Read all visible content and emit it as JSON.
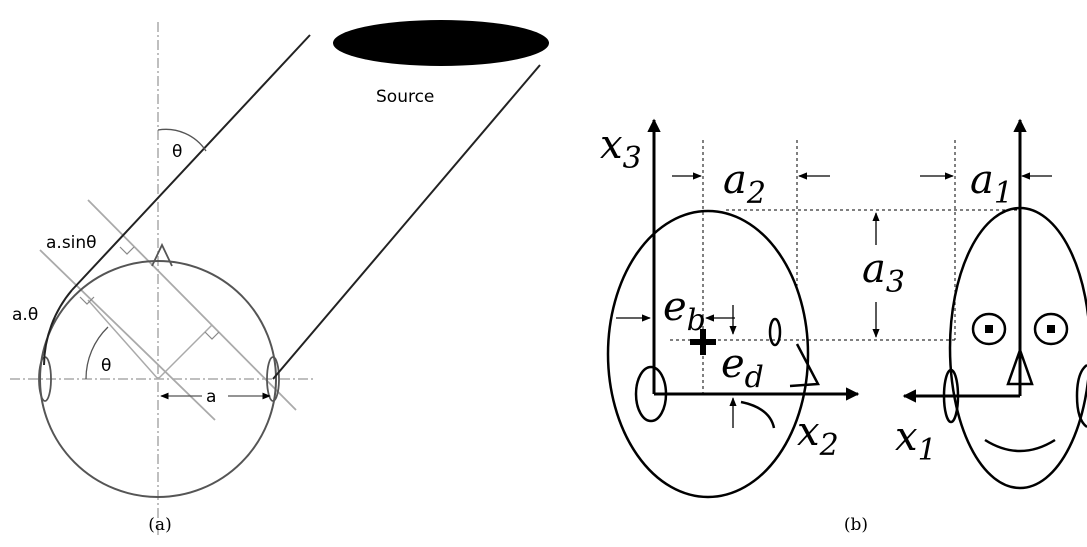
{
  "panel_a": {
    "caption": "(a)",
    "source_label": "Source",
    "theta_top": "θ",
    "theta_center": "θ",
    "a_sin_theta": "a.sinθ",
    "a_theta": "a.θ",
    "radius_label": "a"
  },
  "panel_b": {
    "caption": "(b)",
    "x3": {
      "base": "x",
      "sub": "3"
    },
    "x2": {
      "base": "x",
      "sub": "2"
    },
    "x1": {
      "base": "x",
      "sub": "1"
    },
    "a1": {
      "base": "a",
      "sub": "1"
    },
    "a2": {
      "base": "a",
      "sub": "2"
    },
    "a3": {
      "base": "a",
      "sub": "3"
    },
    "eb": {
      "base": "e",
      "sub": "b"
    },
    "ed": {
      "base": "e",
      "sub": "d"
    }
  }
}
